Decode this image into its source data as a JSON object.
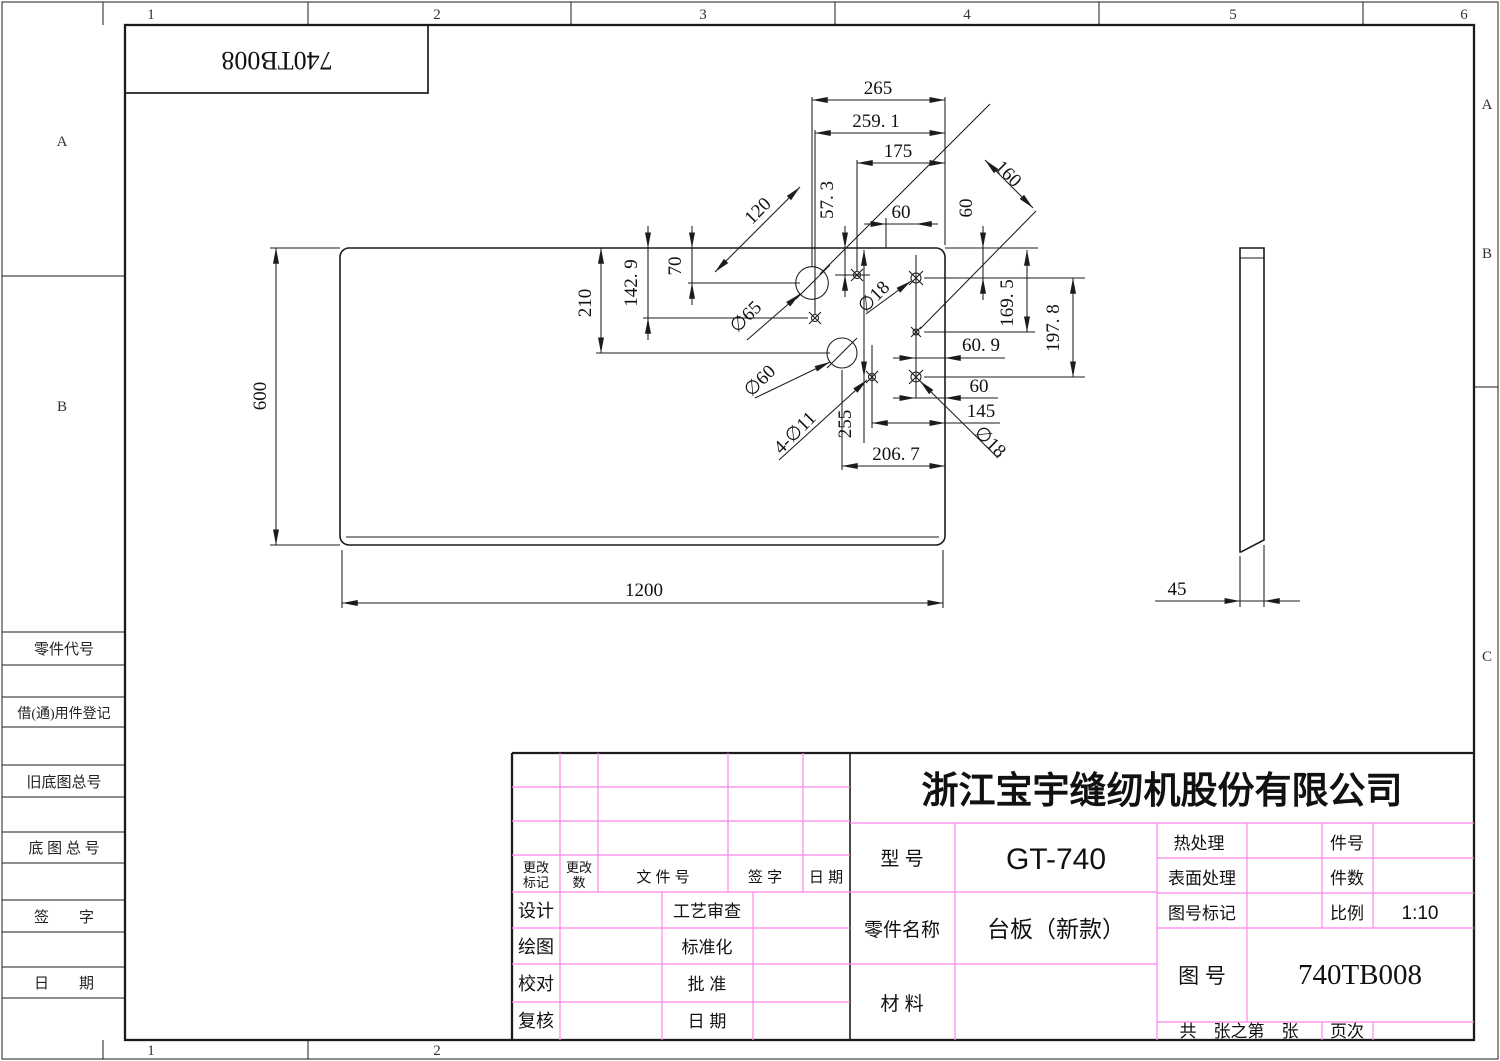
{
  "colors": {
    "grid_pink": "#ff85ec",
    "line_black": "#1c1c1c",
    "paper": "#ffffff"
  },
  "zones": {
    "top": [
      "1",
      "2",
      "3",
      "4",
      "5",
      "6"
    ],
    "bottom": [
      "1",
      "2"
    ],
    "left": [
      "A",
      "B"
    ],
    "right": [
      "A",
      "B",
      "C"
    ]
  },
  "corner_stamp": "740TB008",
  "sidebar": {
    "items": [
      "零件代号",
      "借(通)用件登记",
      "旧底图总号",
      "底 图 总 号",
      "签　　字",
      "日　　期"
    ]
  },
  "dims": {
    "d265": "265",
    "d259_1": "259. 1",
    "d175": "175",
    "d160": "160",
    "d57_3": "57. 3",
    "d60_top_h": "60",
    "d60_top_v": "60",
    "d120": "120",
    "d70": "70",
    "d142_9": "142. 9",
    "d210": "210",
    "d600": "600",
    "d169_5": "169. 5",
    "d197_8": "197. 8",
    "d60_9": "60. 9",
    "d60_right": "60",
    "d145": "145",
    "d255": "255",
    "d206_7": "206. 7",
    "d1200": "1200",
    "d45": "45",
    "dia65": "∅65",
    "dia60": "∅60",
    "dia18_top": "∅18",
    "dia18_bottom": "∅18",
    "dia11x4": "4-∅11"
  },
  "titleblock": {
    "company": "浙江宝宇缝纫机股份有限公司",
    "header": {
      "change_mark_1": "更改",
      "change_mark_2": "标记",
      "change_count_1": "更改",
      "change_count_2": "数",
      "file_no": "文 件 号",
      "sign": "签 字",
      "date": "日 期"
    },
    "rows": [
      {
        "l": "设计",
        "r": "工艺审查"
      },
      {
        "l": "绘图",
        "r": "标准化"
      },
      {
        "l": "校对",
        "r": "批  准"
      },
      {
        "l": "复核",
        "r": "日  期"
      }
    ],
    "model_label": "型 号",
    "model": "GT-740",
    "part_label": "零件名称",
    "part": "台板（新款）",
    "material_label": "材 料",
    "heat_label": "热处理",
    "surface_label": "表面处理",
    "drawno_mark_label": "图号标记",
    "item_no_label": "件号",
    "item_count_label": "件数",
    "scale_label": "比例",
    "scale": "1:10",
    "drawno_label": "图 号",
    "drawno": "740TB008",
    "sheet_label": "共　张之第　张",
    "page_label": "页次"
  }
}
